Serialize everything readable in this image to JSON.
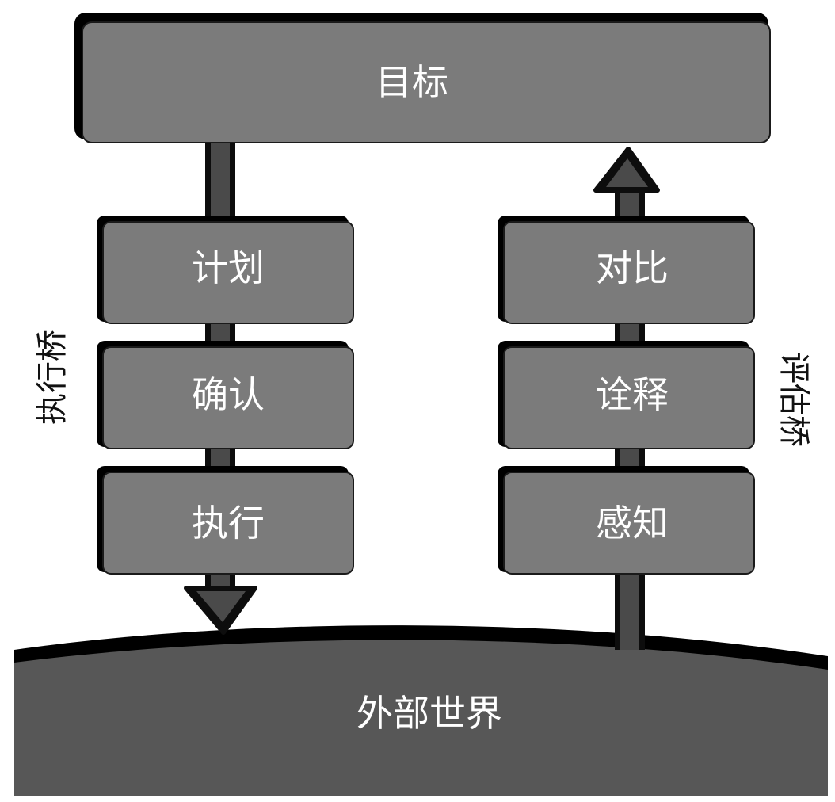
{
  "goal": {
    "label": "目标"
  },
  "execution_bridge": {
    "label": "执行桥",
    "steps": [
      "计划",
      "确认",
      "执行"
    ]
  },
  "evaluation_bridge": {
    "label": "评估桥",
    "steps": [
      "对比",
      "诠释",
      "感知"
    ]
  },
  "world": {
    "label": "外部世界"
  }
}
